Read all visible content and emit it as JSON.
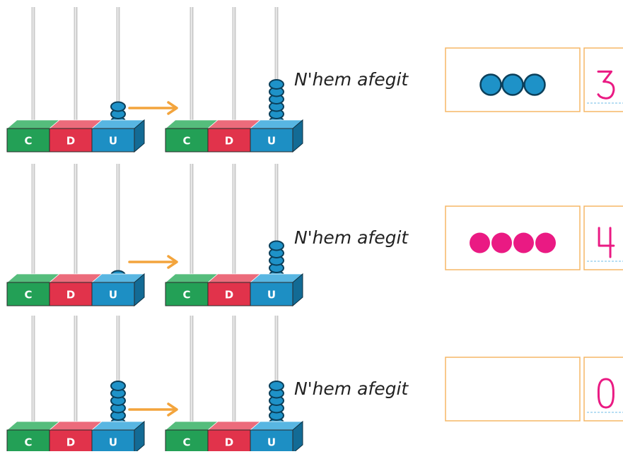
{
  "colors": {
    "c_front": "#23a056",
    "c_top": "#55bd7c",
    "c_side": "#187a40",
    "d_front": "#e1334b",
    "d_top": "#ec6b7b",
    "d_side": "#a52235",
    "u_front": "#1d8fc4",
    "u_top": "#58b6e2",
    "u_side": "#136b95",
    "bead_fill": "#1e92c8",
    "bead_stroke": "#0b3f5a",
    "arrow": "#f3a43c",
    "box_border": "#f5b766",
    "answer_digit": "#ea1a83",
    "guide_line": "#8cc9ec",
    "dot_blue": "#1e92c8",
    "dot_pink": "#ea1a83",
    "rod": "#c9c9c9",
    "rod_hi": "#efefef"
  },
  "labels": {
    "c": "C",
    "d": "D",
    "u": "U"
  },
  "rows": [
    {
      "before_beads": 3,
      "after_beads": 6,
      "added_label": "N'hem afegit",
      "dots_count": 3,
      "dots_color": "blue",
      "answer": "3"
    },
    {
      "before_beads": 1,
      "after_beads": 5,
      "added_label": "N'hem afegit",
      "dots_count": 4,
      "dots_color": "pink",
      "answer": "4"
    },
    {
      "before_beads": 6,
      "after_beads": 6,
      "added_label": "N'hem afegit",
      "dots_count": 0,
      "dots_color": "blue",
      "answer": "0"
    }
  ]
}
